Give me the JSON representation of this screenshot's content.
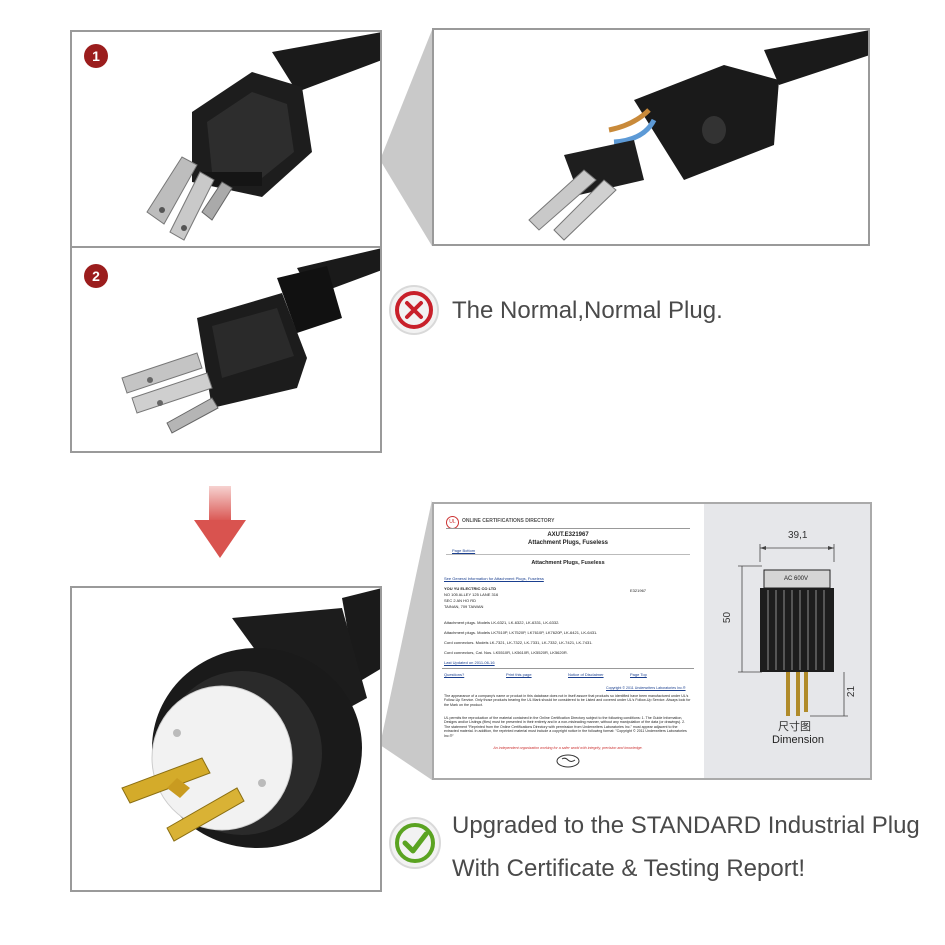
{
  "panels": {
    "badge_1": "1",
    "badge_2": "2"
  },
  "captions": {
    "normal": "The Normal,Normal Plug.",
    "upgraded_line1": "Upgraded to the STANDARD Industrial Plug",
    "upgraded_line2": "With Certificate & Testing Report!"
  },
  "certificate": {
    "header": "ONLINE CERTIFICATIONS DIRECTORY",
    "code": "AXUT.E321967",
    "title": "Attachment Plugs, Fuseless",
    "page_bottom": "Page Bottom",
    "subtitle": "Attachment Plugs, Fuseless",
    "see_general": "See General Information for Attachment Plugs, Fuseless",
    "company": "YOU YU ELECTRIC CO LTD",
    "address1": "NO 105 ALLEY 125 LANE 316",
    "address2": "SEC 2 AN HO RD",
    "address3": "TAINAN, 709 TAIWAN",
    "file_no": "E321967",
    "row1": "Attachment plugs. Models LK-6321, LK-6322, LK-6331, LK-6332.",
    "row2": "Attachment plugs. Models LK7510P, LK7520P, LK7610P, LK7620P, LK-6421, LK-6431.",
    "row3": "Cord connectors. Models LK-7321, LK-7322, LK-7331, LK-7332, LK-7421, LK-7431.",
    "row4": "Cord connectors, Cat. Nos. LK5510R, LK5610R, LK5520R, LK5620R.",
    "last_updated": "Last Updated on 2011-06-16",
    "links": [
      "Questions?",
      "Print this page",
      "Notice of Disclaimer",
      "Page Top"
    ],
    "copyright": "Copyright © 2011 Underwriters Laboratories Inc.®",
    "para1": "The appearance of a company's name or product in this database does not in itself assure that products so identified have been manufactured under UL's Follow-Up Service. Only those products bearing the UL Mark should be considered to be Listed and covered under UL's Follow-Up Service. Always look for the Mark on the product.",
    "para2": "UL permits the reproduction of the material contained in the Online Certification Directory subject to the following conditions: 1. The Guide Information, Designs and/or Listings (files) must be presented in their entirety and in a non-misleading manner, without any manipulation of the data (or drawings). 2. The statement \"Reprinted from the Online Certifications Directory with permission from Underwriters Laboratories Inc.\" must appear adjacent to the extracted material. In addition, the reprinted material must include a copyright notice in the following format: \"Copyright © 2011 Underwriters Laboratories Inc.®\"",
    "footer": "An independent organization working for a safer world with integrity, precision and knowledge."
  },
  "dimension": {
    "width_value": "39,1",
    "height_value": "50",
    "pin_value": "21",
    "label_cn": "尺寸图",
    "label": "Dimension",
    "rating": "AC 600V"
  },
  "colors": {
    "badge": "#9b1d1d",
    "caption_text": "#4a4a4a",
    "cross_icon": "#c8202a",
    "check_icon": "#5aa321",
    "down_arrow": "#d9534f"
  }
}
